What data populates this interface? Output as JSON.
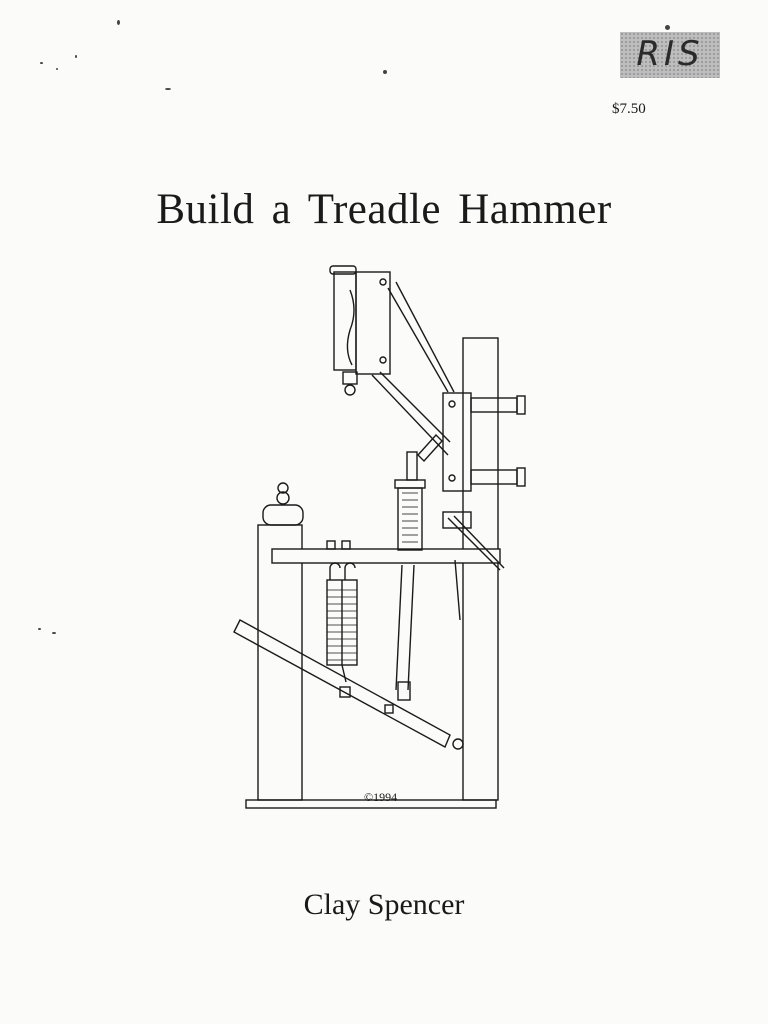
{
  "stamp": {
    "text": "RIS"
  },
  "price": "$7.50",
  "title": "Build  a Treadle Hammer",
  "illustration": {
    "copyright": "©1994"
  },
  "author": "Clay Spencer"
}
